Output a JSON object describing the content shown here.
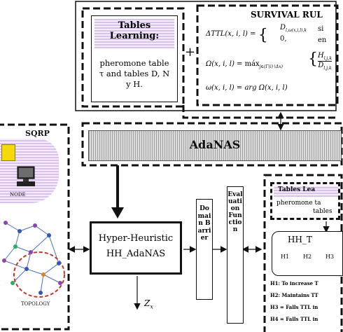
{
  "survival_rules": {
    "title": "SURVIVAL RUL",
    "tables_learning": "Tables\nLearning:",
    "pheromone_desc": "pheromone table\nτ and tables D, N\ny H.",
    "plus": "+",
    "eq1_lhs": "ΔTTL(x, i, l) = ",
    "eq1_case1": "D",
    "eq1_case1_sub": "l,ω(x,i,l),k",
    "eq1_case2": "0,",
    "eq1_right1": "si",
    "eq1_right2": "en",
    "eq2_lhs": "Ω(x, i, l) = ",
    "eq2_op": "máx",
    "eq2_op_sub": "j∈(Γ(i)∖Δx)",
    "eq2_frac_top": "H",
    "eq2_frac_top_sub": "l,j,k",
    "eq2_frac_bot": "D",
    "eq2_frac_bot_sub": "l,j,k",
    "eq3": "ω(x, i, l) = arg Ω(x, i, l)"
  },
  "adanas": {
    "label": "AdaNAS"
  },
  "sqrp": {
    "title": "SQRP",
    "node_label": "NODE",
    "topology_label": "TOPOLOGY"
  },
  "hyper_heuristic": {
    "line1": "Hyper-Heuristic",
    "line2": "HH_AdaNAS",
    "output": "Z",
    "output_sub": "x"
  },
  "domain_barrier": {
    "text": "Domain Barrier"
  },
  "evaluation_function": {
    "text": "Evaluation Function"
  },
  "right_panel": {
    "tables_title": "Tables Lea",
    "tables_desc1": "pheromone ta",
    "tables_desc2": "tables",
    "hh_title": "HH_T",
    "h1": "H1",
    "h2": "H2",
    "h3": "H3",
    "items": [
      "H1: To increase T",
      "H2: Maintains TT",
      "H3 = Falls TTL in",
      "H4 = Falls TTL in"
    ]
  },
  "colors": {
    "accent_purple": "#d9c3ea",
    "hatch_gray": "#bdbdbd",
    "ink": "#111111"
  }
}
